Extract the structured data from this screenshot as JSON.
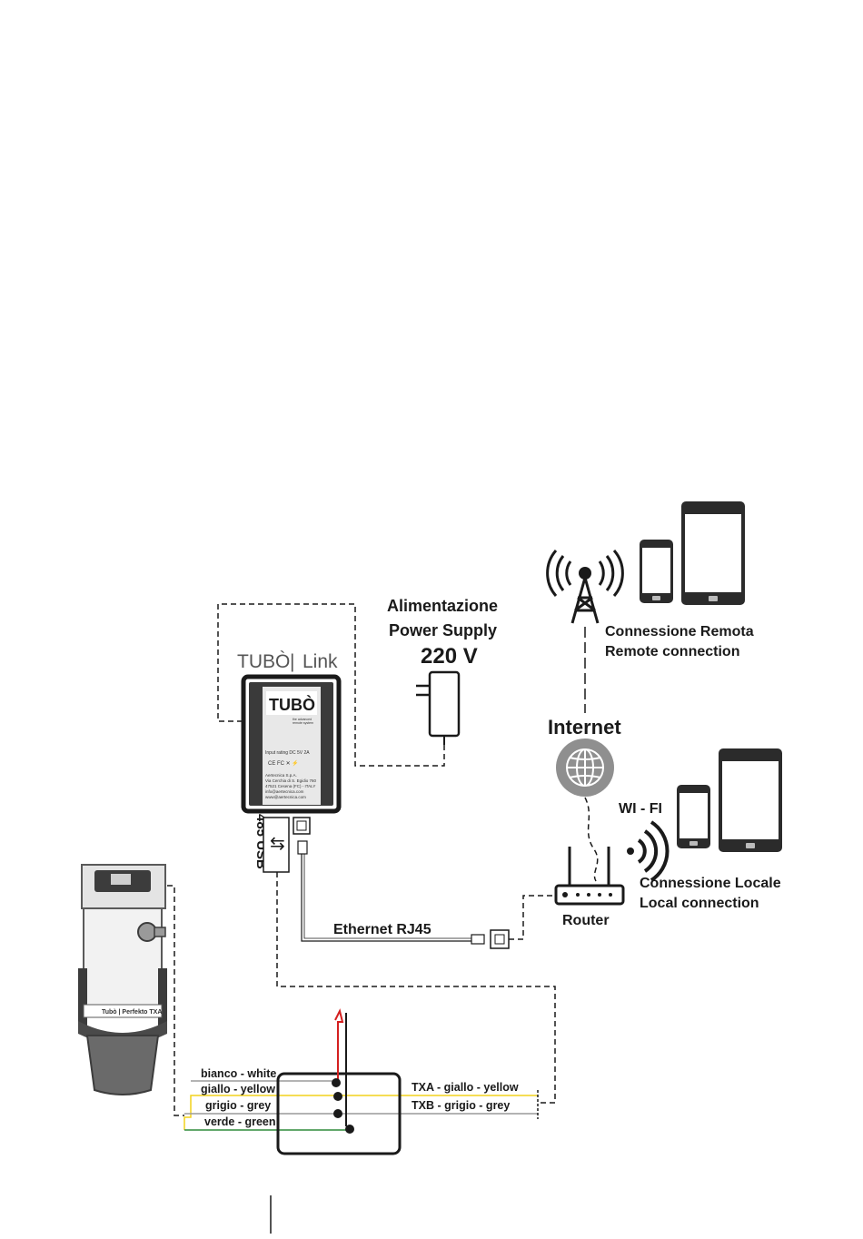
{
  "power": {
    "label_it": "Alimentazione",
    "label_en": "Power Supply",
    "voltage": "220 V"
  },
  "device": {
    "brand": "TUBÒ",
    "product_line": "Link",
    "panel_logo": "TUBÒ",
    "tagline_1": "the advanced",
    "tagline_2": "remote system",
    "rating": "Input rating DC 5V 2A",
    "maker_lines": [
      "Aertecnica S.p.A.",
      "Via Cerchia di S. Egidio 760",
      "47521 Cesena (FC) - ITALY",
      "info@aertecnica.com",
      "www@aertecnica.com"
    ]
  },
  "ports": {
    "usb_label": "485 USB"
  },
  "ethernet": {
    "label": "Ethernet  RJ45"
  },
  "remote": {
    "label_it": "Connessione Remota",
    "label_en": "Remote connection"
  },
  "internet": {
    "label": "Internet"
  },
  "wifi": {
    "label": "WI - FI"
  },
  "local": {
    "label_it": "Connessione Locale",
    "label_en": "Local connection"
  },
  "router": {
    "label": "Router"
  },
  "vacuum": {
    "badge": "Tubò | Perfekto TXA"
  },
  "wires_left": [
    {
      "label": "bianco - white",
      "color": "#888888"
    },
    {
      "label": "giallo - yellow",
      "color": "#f2d21b"
    },
    {
      "label": "grigio - grey",
      "color": "#9a9a9a"
    },
    {
      "label": "verde - green",
      "color": "#2e8b3a"
    }
  ],
  "wires_right": [
    {
      "label": "TXA - giallo - yellow",
      "color": "#f2d21b"
    },
    {
      "label": "TXB - grigio - grey",
      "color": "#9a9a9a"
    }
  ],
  "colors": {
    "line": "#1a1a1a",
    "red_wire": "#d42020",
    "globe": "#8f8f8f",
    "phone_screen": "#ffffff",
    "phone_body": "#2b2b2b"
  }
}
